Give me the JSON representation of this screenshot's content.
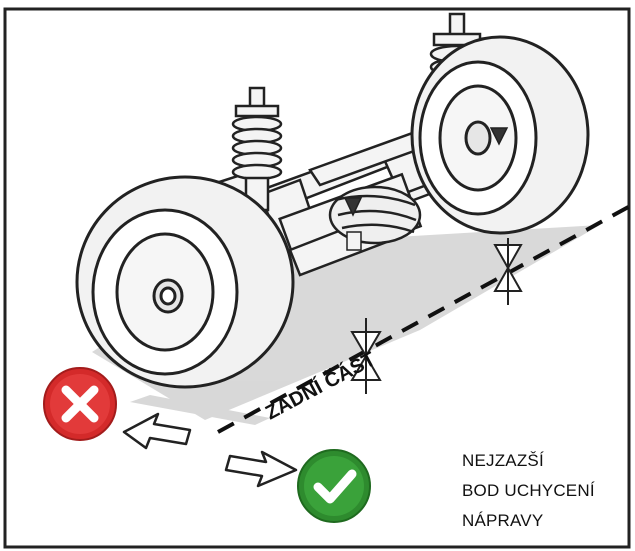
{
  "labels": {
    "rear_part": "ZADNÍ ČÁST",
    "caption_lines": [
      "NEJZAZŠÍ",
      "BOD UCHYCENÍ",
      "NÁPRAVY"
    ]
  },
  "icons": {
    "wrong": "cross-icon",
    "correct": "check-icon"
  },
  "colors": {
    "wrong": "#d42a2a",
    "correct": "#2e8b2e",
    "line": "#111111"
  }
}
